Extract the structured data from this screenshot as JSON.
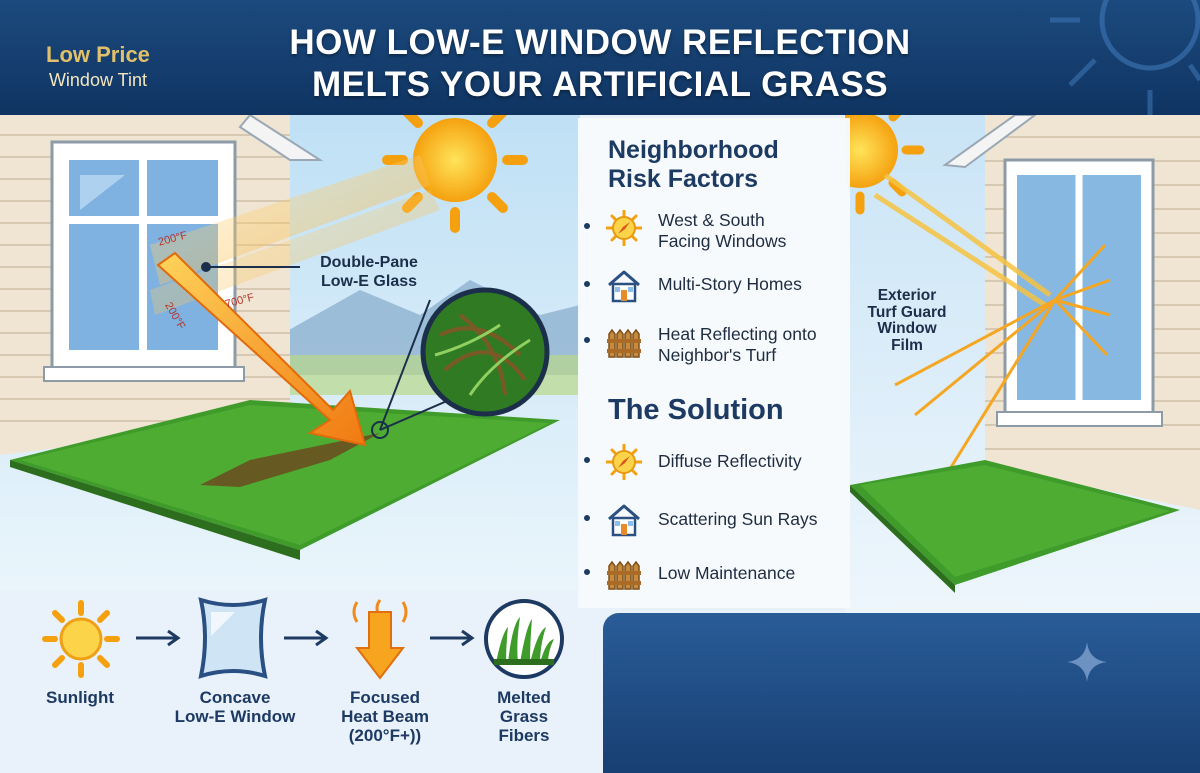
{
  "header": {
    "brand_line1": "Low Price",
    "brand_line2": "Window Tint",
    "title_line1": "HOW LOW-E WINDOW REFLECTION",
    "title_line2": "MELTS YOUR ARTIFICIAL GRASS"
  },
  "left_scene": {
    "glass_label_line1": "Double-Pane",
    "glass_label_line2": "Low-E Glass",
    "temp_labels": [
      "200°F",
      "700°F",
      "200°F"
    ]
  },
  "right_scene": {
    "film_label_line1": "Exterior",
    "film_label_line2": "Turf Guard",
    "film_label_line3": "Window",
    "film_label_line4": "Film"
  },
  "risk": {
    "heading_line1": "Neighborhood",
    "heading_line2": "Risk Factors",
    "items": [
      {
        "line1": "West & South",
        "line2": "Facing Windows",
        "icon": "compass-icon"
      },
      {
        "line1": "Multi-Story Homes",
        "line2": "",
        "icon": "house-icon"
      },
      {
        "line1": "Heat Reflecting onto",
        "line2": "Neighbor's Turf",
        "icon": "fence-icon"
      }
    ]
  },
  "solution": {
    "heading": "The Solution",
    "items": [
      {
        "line1": "Diffuse Reflectivity",
        "icon": "compass-icon"
      },
      {
        "line1": "Scattering Sun Rays",
        "icon": "house-icon"
      },
      {
        "line1": "Low Maintenance",
        "icon": "fence-icon"
      }
    ]
  },
  "process": [
    {
      "line1": "Sunlight",
      "line2": "",
      "line3": "",
      "icon": "sun-icon"
    },
    {
      "line1": "Concave",
      "line2": "Low-E Window",
      "line3": "",
      "icon": "window-icon"
    },
    {
      "line1": "Focused",
      "line2": "Heat Beam",
      "line3": "(200°F+))",
      "icon": "heat-beam-icon"
    },
    {
      "line1": "Melted",
      "line2": "Grass",
      "line3": "Fibers",
      "icon": "grass-icon"
    }
  ],
  "colors": {
    "header": "#163f6f",
    "accent_gold": "#e0c06a",
    "sun": "#f7b81e",
    "beam": "#f08a1a",
    "grass": "#3f9b2a",
    "navy_text": "#1d3a63"
  }
}
